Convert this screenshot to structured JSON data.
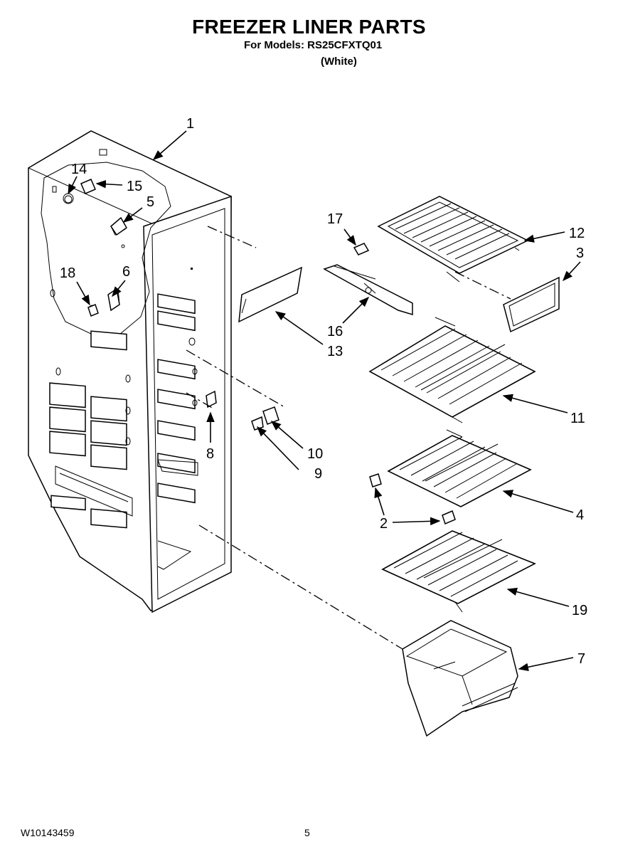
{
  "header": {
    "title": "FREEZER LINER PARTS",
    "models": "For Models: RS25CFXTQ01",
    "variant": "(White)"
  },
  "footer": {
    "doc_number": "W10143459",
    "page_number": "5"
  },
  "callouts": {
    "c1": "1",
    "c2": "2",
    "c3": "3",
    "c4": "4",
    "c5": "5",
    "c6": "6",
    "c7": "7",
    "c8": "8",
    "c9": "9",
    "c10": "10",
    "c11": "11",
    "c12": "12",
    "c13": "13",
    "c14": "14",
    "c15": "15",
    "c16": "16",
    "c17": "17",
    "c18": "18",
    "c19": "19"
  }
}
